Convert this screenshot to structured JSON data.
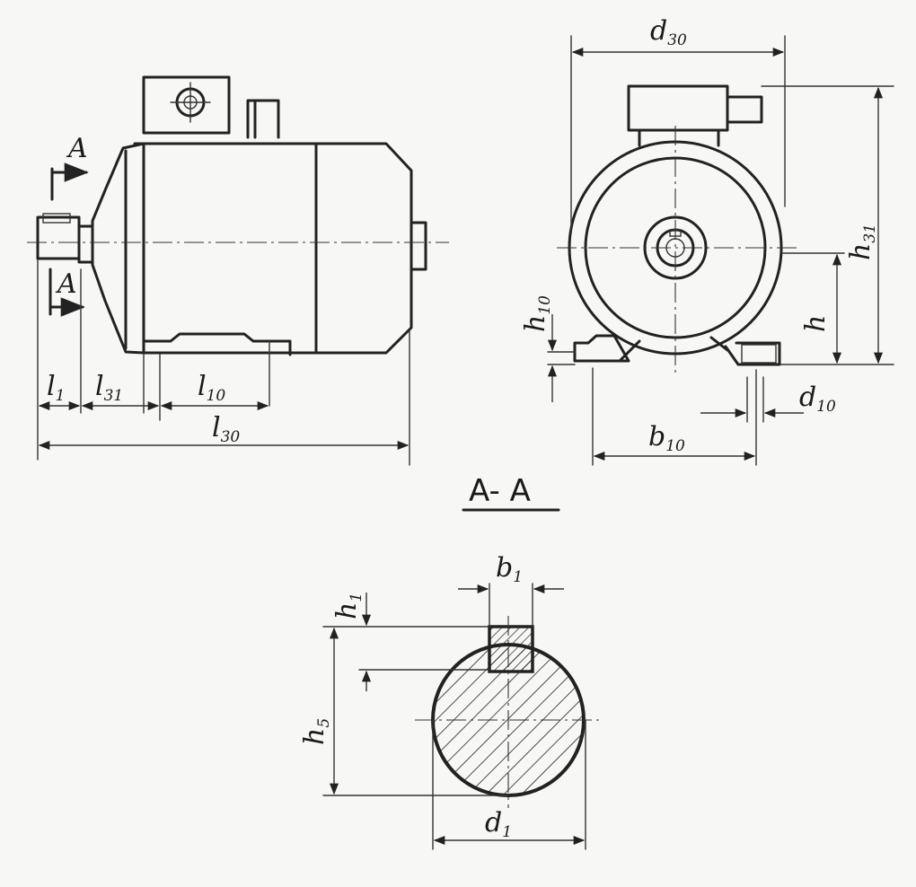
{
  "side_view": {
    "section_mark": "A",
    "labels": {
      "l1": {
        "main": "l",
        "sub": "1"
      },
      "l31": {
        "main": "l",
        "sub": "31"
      },
      "l10": {
        "main": "l",
        "sub": "10"
      },
      "l30": {
        "main": "l",
        "sub": "30"
      }
    }
  },
  "front_view": {
    "labels": {
      "d30": {
        "main": "d",
        "sub": "30"
      },
      "h31": {
        "main": "h",
        "sub": "31"
      },
      "h10": {
        "main": "h",
        "sub": "10"
      },
      "h": {
        "main": "h",
        "sub": ""
      },
      "d10": {
        "main": "d",
        "sub": "10"
      },
      "b10": {
        "main": "b",
        "sub": "10"
      }
    }
  },
  "section_view": {
    "title": "A- A",
    "labels": {
      "b1": {
        "main": "b",
        "sub": "1"
      },
      "h1": {
        "main": "h",
        "sub": "1"
      },
      "h5": {
        "main": "h",
        "sub": "5"
      },
      "d1": {
        "main": "d",
        "sub": "1"
      }
    }
  }
}
